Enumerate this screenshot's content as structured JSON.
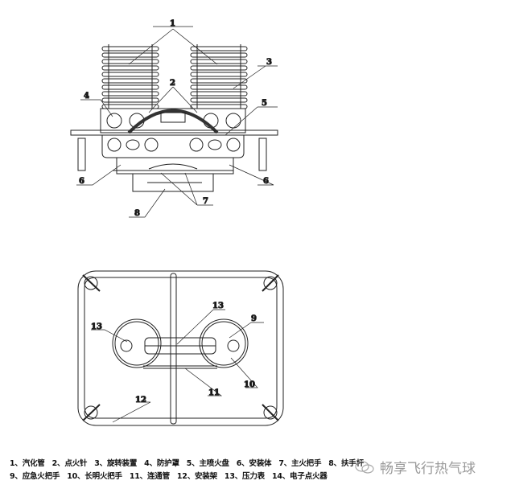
{
  "front_view": {
    "callouts": [
      "1",
      "2",
      "3",
      "4",
      "5",
      "6",
      "6",
      "7",
      "8"
    ]
  },
  "top_view": {
    "callouts": [
      "13",
      "9",
      "13",
      "10",
      "11",
      "12"
    ]
  },
  "legend": {
    "row1": [
      "1、汽化管",
      "2、点火针",
      "3、旋转装置",
      "4、防护罩",
      "5、主喷火盘",
      "6、安装体",
      "7、主火把手",
      "8、扶手杆"
    ],
    "row2": [
      "9、应急火把手",
      "10、长明火把手",
      "11、连通管",
      "12、安装架",
      "13、压力表",
      "14、电子点火器"
    ]
  },
  "watermark": {
    "text": "畅享飞行热气球",
    "icon": "wechat-icon"
  }
}
